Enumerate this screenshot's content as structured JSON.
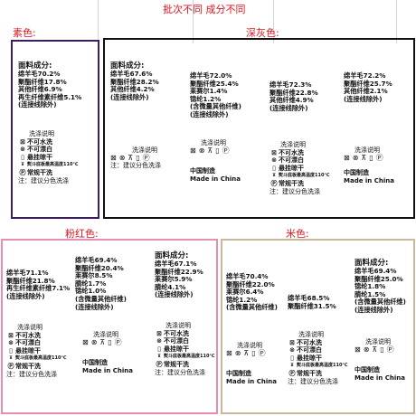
{
  "page_title": "批次不同 成分不同",
  "groups": {
    "purple": {
      "name": "素色:",
      "color": "#3a1e5e"
    },
    "dark_gray": {
      "name": "深灰色:",
      "color": "#111111"
    },
    "pink": {
      "name": "粉红色:",
      "color": "#e38fb3"
    },
    "beige": {
      "name": "米色:",
      "color": "#c9b89c"
    }
  },
  "labels": {
    "heading": "面料成分:",
    "excl": "(连接线除外)",
    "purple_1": [
      "绵羊毛70.2%",
      "聚酯纤维17.8%",
      "其他纤维6.9%",
      "再生纤维素纤维5.1%"
    ],
    "gray_1": [
      "绵羊毛67.6%",
      "聚酯纤维28.2%",
      "其他纤维4.2%"
    ],
    "gray_2": [
      "绵羊毛72.0%",
      "聚酯纤维25.4%",
      "莱赛尔1.4%",
      "锦纶1.2%",
      "(含微量其他纤维)"
    ],
    "gray_3": [
      "绵羊毛72.3%",
      "聚酯纤维22.8%",
      "其他纤维4.9%"
    ],
    "gray_4": [
      "绵羊毛72.2%",
      "聚酯纤维25.7%",
      "其他纤维2.1%"
    ],
    "pink_1": [
      "绵羊毛71.1%",
      "聚酯纤维21.8%",
      "再生纤维素纤维7.1%"
    ],
    "pink_2": [
      "绵羊毛69.4%",
      "聚酯纤维20.4%",
      "莱赛尔8.5%",
      "腈纶1.7%",
      "锦纶1.0%",
      "(含微量其他纤维)"
    ],
    "pink_3": [
      "绵羊毛67.1%",
      "聚酯纤维22.9%",
      "莱赛尔5.9%",
      "腈纶4.1%"
    ],
    "beige_1": [
      "绵羊毛70.4%",
      "聚酯纤维22.0%",
      "莱赛尔6.4%",
      "锦纶1.2%",
      "(含微量其他纤维)"
    ],
    "beige_2": [
      "绵羊毛68.5%",
      "聚酯纤维31.5%"
    ],
    "beige_3": [
      "绵羊毛69.4%",
      "聚酯纤维25.0%",
      "锦纶1.8%",
      "腈纶1.5%",
      "(含微量其他纤维)"
    ]
  },
  "care": {
    "title": "洗涤说明",
    "no_wash": "不可水洗",
    "no_bleach": "不可漂白",
    "hang_dry": "悬挂晾干",
    "iron": "熨斗底板最高温度110℃",
    "dry_clean": "常规干洗",
    "note": "注：建议分色洗涤",
    "made_cn": "中国制造",
    "made_en": "Made in China"
  }
}
